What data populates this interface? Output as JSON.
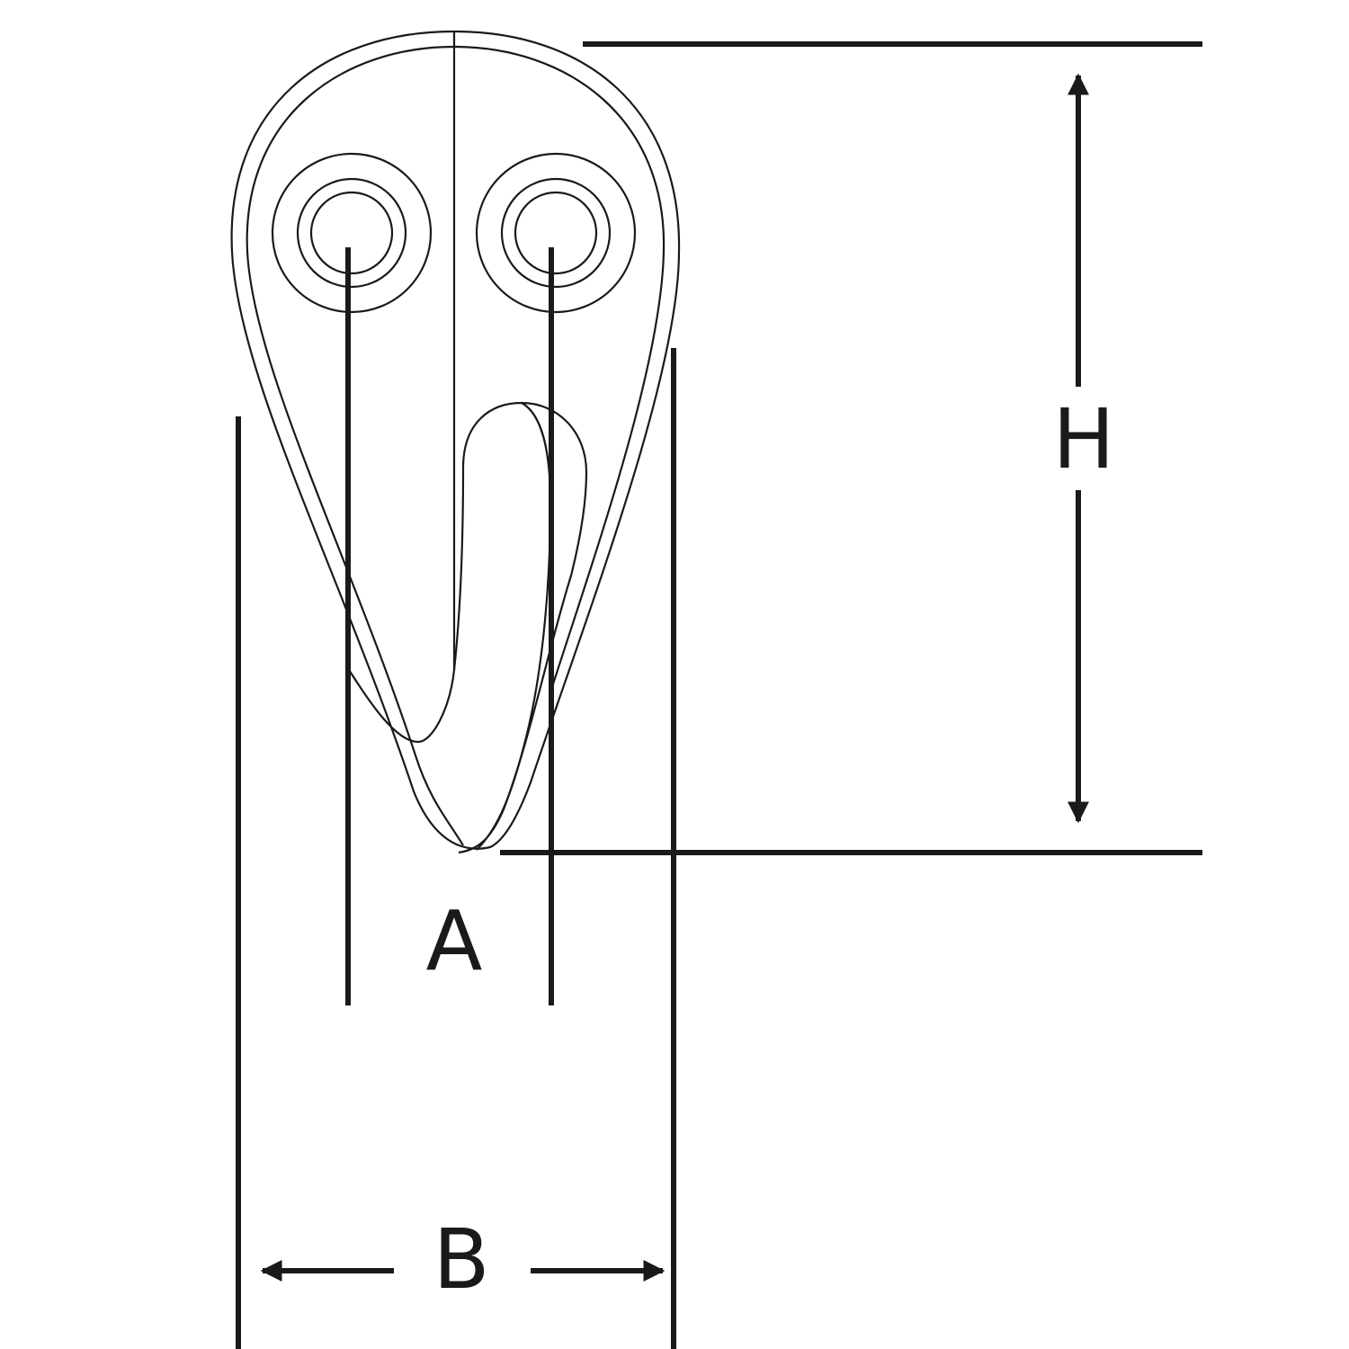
{
  "diagram": {
    "dimensions": {
      "height_label": "H",
      "width_label": "B",
      "hole_spacing_label": "A"
    },
    "colors": {
      "line": "#1a1a1a",
      "background": "#ffffff"
    }
  }
}
